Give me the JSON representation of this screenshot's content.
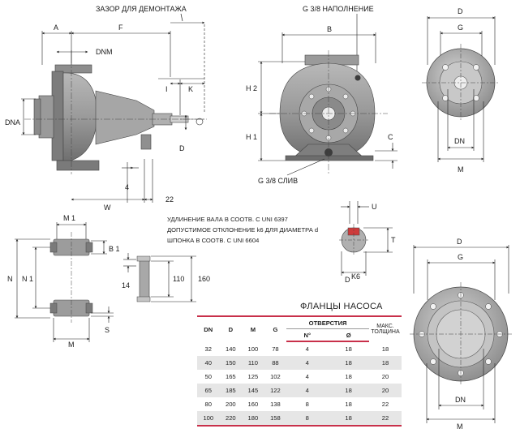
{
  "labels": {
    "dismantle_gap": "ЗАЗОР ДЛЯ ДЕМОНТАЖА",
    "fill": "G 3/8 НАПОЛНЕНИЕ",
    "drain": "G 3/8  СЛИВ"
  },
  "side_view": {
    "A": "A",
    "F": "F",
    "DNM": "DNM",
    "DNA": "DNA",
    "I": "I",
    "K": "K",
    "D": "D",
    "dim_4": "4",
    "dim_22": "22",
    "W": "W"
  },
  "front_view": {
    "B": "B",
    "H2": "H 2",
    "H1": "H 1",
    "C": "C"
  },
  "outlet_flange": {
    "D": "D",
    "G": "G",
    "DN": "DN",
    "M": "M"
  },
  "foot": {
    "M1": "M 1",
    "B1": "B 1",
    "N": "N",
    "N1": "N 1",
    "dim_14": "14",
    "M": "M",
    "S": "S"
  },
  "shaft_key": {
    "dim_110": "110",
    "dim_160": "160"
  },
  "shaft_section": {
    "U": "U",
    "T": "T",
    "DK6": "D",
    "K6": "K6"
  },
  "notes": [
    "УДЛИНЕНИЕ ВАЛА В СООТВ. С UNI 6397",
    "ДОПУСТИМОЕ ОТКЛОНЕНИЕ k6 ДЛЯ ДИАМЕТРА d",
    "ШПОНКА В СООТВ. С UNI 6604"
  ],
  "flange_table": {
    "title": "ФЛАНЦЫ НАСОСА",
    "headers": {
      "dn": "DN",
      "d": "D",
      "m": "M",
      "g": "G",
      "holes": "ОТВЕРСТИЯ",
      "n": "N°",
      "dia": "Ø",
      "thickness": "МАКС. ТОЛЩИНА"
    },
    "rows": [
      [
        "32",
        "140",
        "100",
        "78",
        "4",
        "18",
        "18"
      ],
      [
        "40",
        "150",
        "110",
        "88",
        "4",
        "18",
        "18"
      ],
      [
        "50",
        "165",
        "125",
        "102",
        "4",
        "18",
        "20"
      ],
      [
        "65",
        "185",
        "145",
        "122",
        "4",
        "18",
        "20"
      ],
      [
        "80",
        "200",
        "160",
        "138",
        "8",
        "18",
        "22"
      ],
      [
        "100",
        "220",
        "180",
        "158",
        "8",
        "18",
        "22"
      ]
    ]
  },
  "suction_flange": {
    "D": "D",
    "G": "G",
    "DN": "DN",
    "M": "M"
  },
  "colors": {
    "accent": "#c8304a",
    "metal": "#8f8f8f",
    "metal_light": "#c4c4c4",
    "metal_dark": "#555555",
    "row_shade": "#e6e6e6"
  }
}
